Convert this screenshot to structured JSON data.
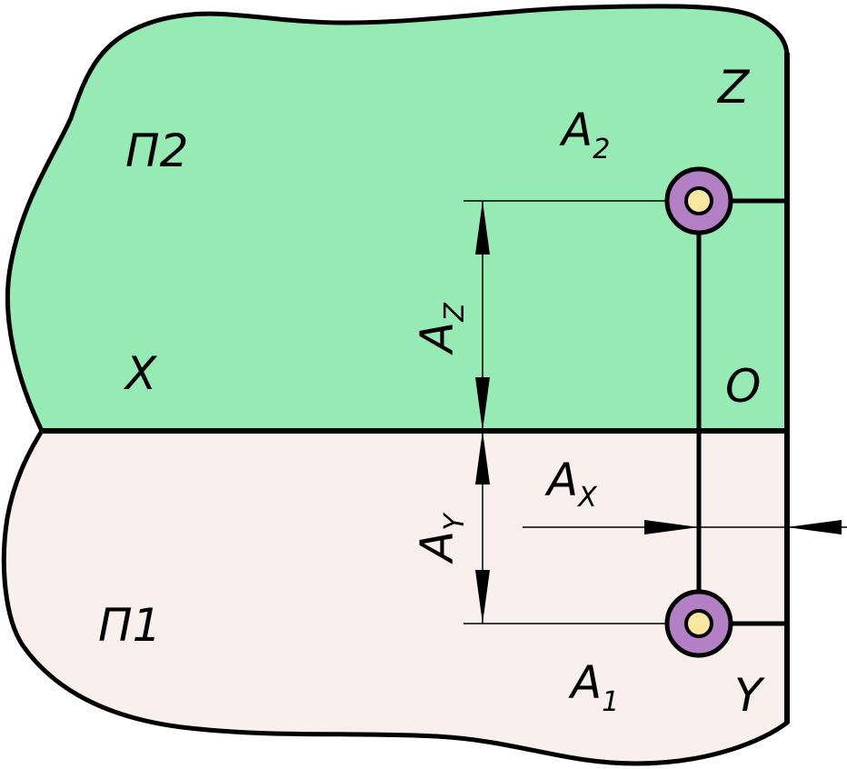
{
  "labels": {
    "plane_frontal": "П2",
    "plane_horizontal": "П1",
    "axis_x": "X",
    "axis_z": "Z",
    "axis_y": "Y",
    "origin": "O",
    "a2_main": "A",
    "a2_sub": "2",
    "a1_main": "A",
    "a1_sub": "1",
    "az_main": "A",
    "az_sub": "Z",
    "ay_main": "A",
    "ay_sub": "Y",
    "ax_main": "A",
    "ax_sub": "X"
  },
  "colors": {
    "frontal_plane_fill": "#96eab3",
    "horizontal_plane_fill": "#f9efec",
    "point_ring": "#b380c5",
    "point_center": "#f7e7a0",
    "lines": "#000000"
  }
}
